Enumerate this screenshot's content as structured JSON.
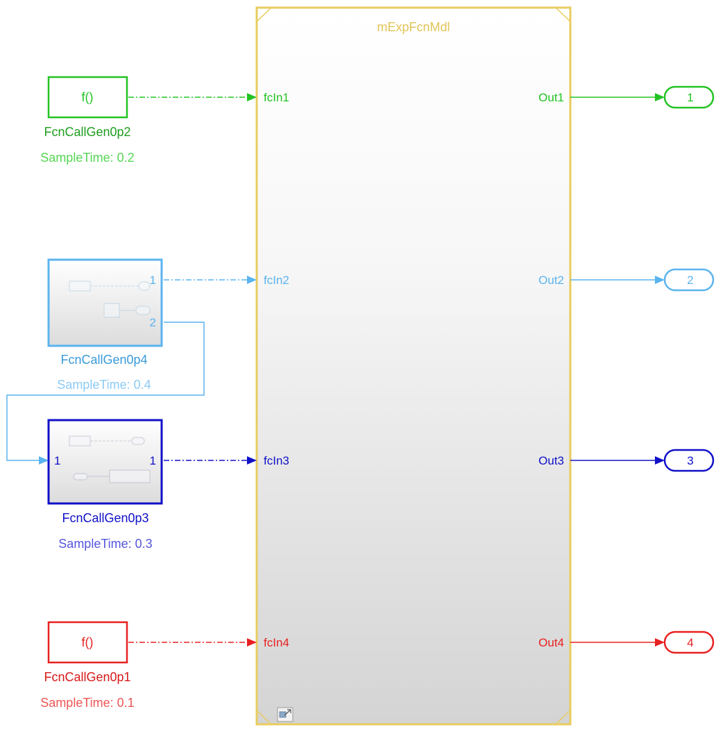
{
  "model_block": {
    "title": "mExpFcnMdl"
  },
  "colors": {
    "rate_0p2": "#22c322",
    "rate_0p4": "#5ab4f0",
    "rate_0p3": "#1010c8",
    "rate_0p1": "#e82020",
    "model_border": "#e8cc60",
    "sample_0p2": "#55d655",
    "sample_0p4": "#8ccaf5",
    "sample_0p3": "#5555dd",
    "sample_0p1": "#ee5555"
  },
  "fcn_gen_0p2": {
    "symbol": "f()",
    "name": "FcnCallGen0p2",
    "sample_time": "SampleTime: 0.2"
  },
  "fcn_gen_0p4": {
    "name": "FcnCallGen0p4",
    "sample_time": "SampleTime: 0.4",
    "out_port_1": "1",
    "out_port_2": "2"
  },
  "fcn_gen_0p3": {
    "name": "FcnCallGen0p3",
    "sample_time": "SampleTime: 0.3",
    "in_port": "1",
    "out_port": "1"
  },
  "fcn_gen_0p1": {
    "symbol": "f()",
    "name": "FcnCallGen0p1",
    "sample_time": "SampleTime: 0.1"
  },
  "inputs": [
    "fcIn1",
    "fcIn2",
    "fcIn3",
    "fcIn4"
  ],
  "outputs": [
    "Out1",
    "Out2",
    "Out3",
    "Out4"
  ],
  "outports": [
    "1",
    "2",
    "3",
    "4"
  ],
  "icons": {
    "model_reference_badge": "model-reference-icon"
  }
}
